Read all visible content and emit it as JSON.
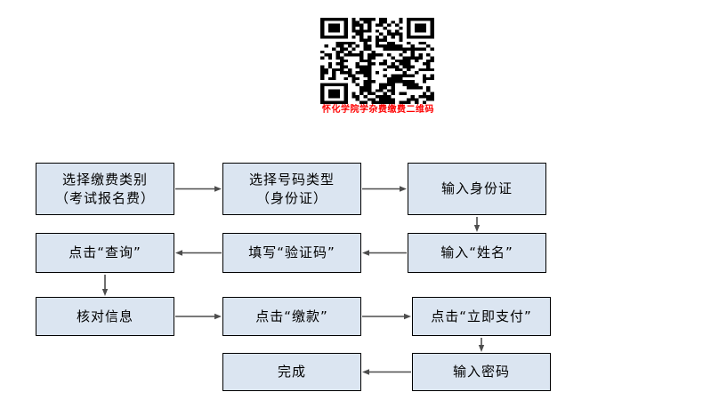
{
  "page": {
    "background": "#ffffff"
  },
  "qr": {
    "caption": "怀化学院学杂费缴费二维码",
    "caption_color": "#ff0000",
    "module_color": "#000000"
  },
  "flowchart": {
    "box_fill": "#dbe5f1",
    "box_border": "#000000",
    "arrow_color": "#4d4d4d",
    "nodes": [
      {
        "id": "select-fee-category",
        "row": 1,
        "col": 1,
        "lines": [
          "选择缴费类别",
          "（考试报名费）"
        ]
      },
      {
        "id": "select-id-type",
        "row": 1,
        "col": 2,
        "lines": [
          "选择号码类型",
          "（身份证）"
        ]
      },
      {
        "id": "enter-id-number",
        "row": 1,
        "col": 3,
        "lines": [
          "输入身份证"
        ]
      },
      {
        "id": "click-query",
        "row": 2,
        "col": 1,
        "lines": [
          "点击“查询”"
        ]
      },
      {
        "id": "fill-captcha",
        "row": 2,
        "col": 2,
        "lines": [
          "填写“验证码”"
        ]
      },
      {
        "id": "enter-name",
        "row": 2,
        "col": 3,
        "lines": [
          "输入“姓名”"
        ]
      },
      {
        "id": "verify-info",
        "row": 3,
        "col": 1,
        "lines": [
          "核对信息"
        ]
      },
      {
        "id": "click-pay",
        "row": 3,
        "col": 2,
        "lines": [
          "点击“缴款”"
        ]
      },
      {
        "id": "click-pay-now",
        "row": 3,
        "col": 3,
        "lines": [
          "点击“立即支付”"
        ]
      },
      {
        "id": "done",
        "row": 4,
        "col": 2,
        "lines": [
          "完成"
        ]
      },
      {
        "id": "enter-password",
        "row": 4,
        "col": 3,
        "lines": [
          "输入密码"
        ]
      }
    ],
    "edges": [
      {
        "from": "select-fee-category",
        "to": "select-id-type"
      },
      {
        "from": "select-id-type",
        "to": "enter-id-number"
      },
      {
        "from": "enter-id-number",
        "to": "enter-name"
      },
      {
        "from": "enter-name",
        "to": "fill-captcha"
      },
      {
        "from": "fill-captcha",
        "to": "click-query"
      },
      {
        "from": "click-query",
        "to": "verify-info"
      },
      {
        "from": "verify-info",
        "to": "click-pay"
      },
      {
        "from": "click-pay",
        "to": "click-pay-now"
      },
      {
        "from": "click-pay-now",
        "to": "enter-password"
      },
      {
        "from": "enter-password",
        "to": "done"
      }
    ]
  }
}
